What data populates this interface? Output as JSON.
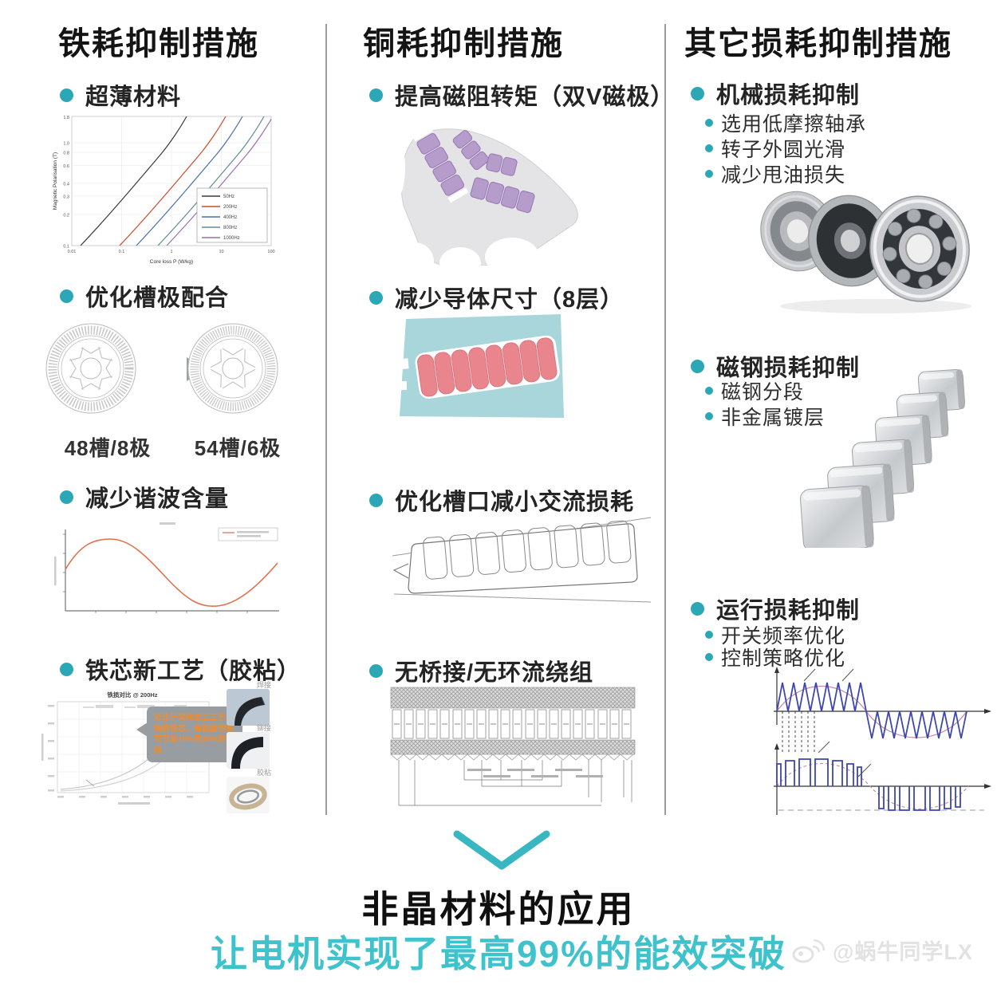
{
  "colors": {
    "accent": "#2ba7b5",
    "footer_teal": "#3ec2cb",
    "magnet_purple": "#b69cca",
    "conductor_pink": "#e9868d",
    "slot_blue": "#a9d6db",
    "waveform_blue": "#3d46ad",
    "sine_orange": "#e2714b"
  },
  "col1": {
    "title": "铁耗抑制措施",
    "item1": {
      "label": "超薄材料"
    },
    "chart1": {
      "ylabel": "Magnetic Polarisation (T)",
      "xlabel": "Core loss P (W/kg)",
      "xticks": [
        "0.01",
        "0.1",
        "1",
        "10",
        "100"
      ],
      "yticks": [
        "1.8",
        "1.0",
        "0.8",
        "0.6",
        "0.4",
        "0.3",
        "0.2",
        "0.1"
      ],
      "legend": [
        {
          "label": "50Hz",
          "color": "#3a3a3a"
        },
        {
          "label": "200Hz",
          "color": "#d2492a"
        },
        {
          "label": "400Hz",
          "color": "#4a6fae"
        },
        {
          "label": "800Hz",
          "color": "#5f8d92"
        },
        {
          "label": "1000Hz",
          "color": "#9a6fae"
        }
      ]
    },
    "item2": {
      "label": "优化槽极配合",
      "left_caption": "48槽/8极",
      "right_caption": "54槽/6极"
    },
    "item3": {
      "label": "减少谐波含量"
    },
    "item4": {
      "label": "铁芯新工艺（胶粘）",
      "chart_title": "铁损对比 @ 200Hz",
      "callout": "对比于其他加工工艺焊接的铁芯，自粘结方案可节省10%到30%的铁损",
      "photo_labels": [
        "焊接",
        "铆接",
        "胶粘"
      ]
    }
  },
  "col2": {
    "title": "铜耗抑制措施",
    "item1": {
      "label": "提高磁阻转矩（双V磁极）"
    },
    "item2": {
      "label": "减少导体尺寸（8层）"
    },
    "item3": {
      "label": "优化槽口减小交流损耗"
    },
    "item4": {
      "label": "无桥接/无环流绕组"
    }
  },
  "col3": {
    "title": "其它损耗抑制措施",
    "item1": {
      "label": "机械损耗抑制",
      "subs": [
        "选用低摩擦轴承",
        "转子外圆光滑",
        "减少甩油损失"
      ]
    },
    "item2": {
      "label": "磁钢损耗抑制",
      "subs": [
        "磁钢分段",
        "非金属镀层"
      ]
    },
    "item3": {
      "label": "运行损耗抑制",
      "subs": [
        "开关频率优化",
        "控制策略优化"
      ]
    }
  },
  "footer": {
    "line1": "非晶材料的应用",
    "line2": "让电机实现了最高99%的能效突破",
    "watermark": "@蜗牛同学LX"
  },
  "chart_data": [
    {
      "type": "line",
      "title": "",
      "xlabel": "Core loss P (W/kg)",
      "ylabel": "Magnetic Polarisation (T)",
      "x_scale": "log",
      "y_scale": "log",
      "xlim": [
        0.01,
        100
      ],
      "ylim": [
        0.1,
        1.8
      ],
      "grid": true,
      "legend_position": "right-center",
      "series": [
        {
          "name": "50Hz",
          "color": "#3a3a3a",
          "points": [
            [
              0.015,
              0.1
            ],
            [
              0.08,
              0.3
            ],
            [
              0.25,
              0.5
            ],
            [
              0.8,
              1.0
            ],
            [
              2.0,
              1.8
            ]
          ]
        },
        {
          "name": "200Hz",
          "color": "#d2492a",
          "points": [
            [
              0.09,
              0.1
            ],
            [
              0.5,
              0.3
            ],
            [
              1.5,
              0.5
            ],
            [
              5.0,
              1.0
            ],
            [
              12,
              1.8
            ]
          ]
        },
        {
          "name": "400Hz",
          "color": "#4a6fae",
          "points": [
            [
              0.2,
              0.1
            ],
            [
              1.2,
              0.3
            ],
            [
              3.5,
              0.5
            ],
            [
              12,
              1.0
            ],
            [
              30,
              1.8
            ]
          ]
        },
        {
          "name": "800Hz",
          "color": "#5f8d92",
          "points": [
            [
              0.55,
              0.1
            ],
            [
              3.0,
              0.3
            ],
            [
              9.0,
              0.5
            ],
            [
              30,
              1.0
            ],
            [
              80,
              1.8
            ]
          ]
        },
        {
          "name": "1000Hz",
          "color": "#9a6fae",
          "points": [
            [
              0.8,
              0.1
            ],
            [
              4.5,
              0.3
            ],
            [
              13,
              0.5
            ],
            [
              45,
              1.0
            ],
            [
              100,
              1.8
            ]
          ]
        }
      ]
    },
    {
      "type": "line",
      "title": "",
      "xlabel": "",
      "ylabel": "",
      "grid": false,
      "description": "单周期正弦波形（低谐波含量）",
      "series": [
        {
          "name": "sine",
          "color": "#e2714b",
          "x_fraction": [
            0,
            0.08,
            0.17,
            0.25,
            0.35,
            0.5,
            0.6,
            0.7,
            0.8,
            0.9,
            1.0
          ],
          "y": [
            0.15,
            0.75,
            1.0,
            0.95,
            0.55,
            -0.35,
            -0.85,
            -1.0,
            -0.8,
            -0.3,
            0.35
          ]
        }
      ]
    },
    {
      "type": "line",
      "title": "铁损对比 @ 200Hz",
      "grid": true,
      "description": "两条随磁密上升的铁损曲线，自粘结铁芯损耗更低",
      "annotation": "对比于其他加工工艺焊接的铁芯，自粘结方案可节省10%到30%的铁损",
      "series": [
        {
          "name": "焊接铁芯",
          "color": "#c3cbd2"
        },
        {
          "name": "自粘结铁芯",
          "color": "#d4d4d4"
        }
      ]
    },
    {
      "type": "line",
      "title": "",
      "grid": false,
      "description": "SPWM调制示意：上图三角载波与正弦参考波，下图PWM输出与基波",
      "series": [
        {
          "name": "三角载波",
          "color": "#3d46ad"
        },
        {
          "name": "正弦参考",
          "color": "#c687a8"
        },
        {
          "name": "PWM输出",
          "color": "#3d46ad"
        }
      ]
    }
  ]
}
